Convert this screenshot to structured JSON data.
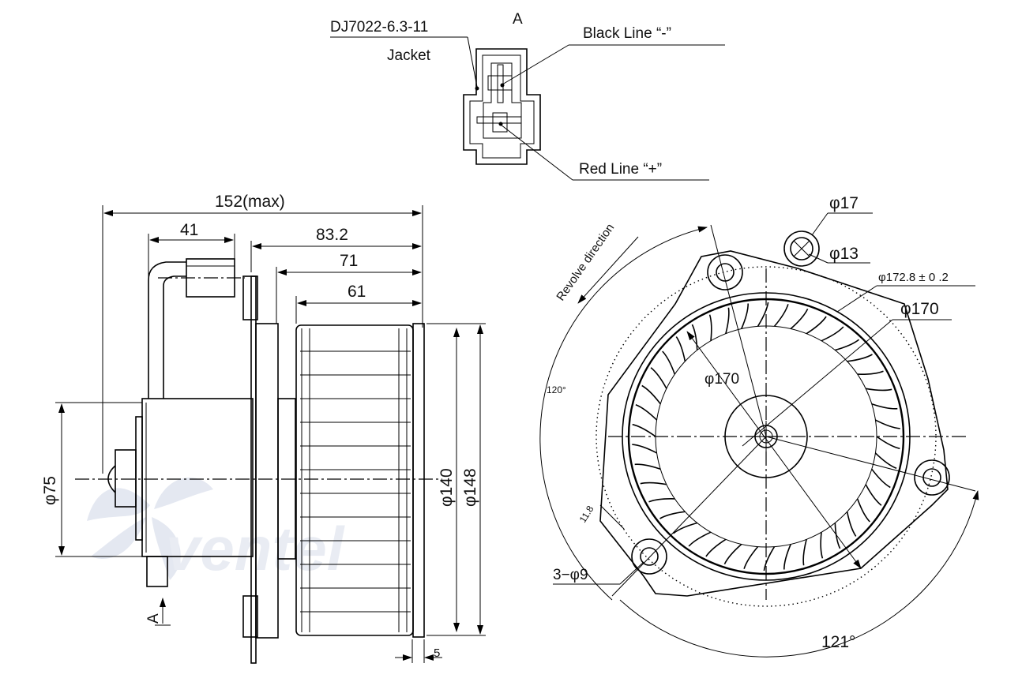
{
  "connector": {
    "view_label": "A",
    "part_number": "DJ7022-6.3-11",
    "jacket_label": "Jacket",
    "black_line_label": "Black Line “-”",
    "red_line_label": "Red Line “+”"
  },
  "side_view": {
    "dim_overall": "152(max)",
    "dim_connector": "41",
    "dim_flange_to_wheel": "83.2",
    "dim_plate_to_wheel": "71",
    "dim_wheel_width": "61",
    "dim_motor_dia": "φ75",
    "dim_wheel_dia": "φ140",
    "dim_rim_dia": "φ148",
    "dim_rim_thickness": "5",
    "view_arrow_label": "A"
  },
  "front_view": {
    "revolve_label": "Revolve direction",
    "dim_outer_circle": "φ172.8 ± 0 .2",
    "dim_housing": "φ170",
    "dim_inner": "φ170",
    "dim_boss_outer": "φ17",
    "dim_boss_inner": "φ13",
    "dim_holes": "3−φ9",
    "dim_edge": "11.8",
    "angle_left": "120°",
    "angle_bottom": "121°"
  },
  "watermark": {
    "brand": "ventel"
  },
  "colors": {
    "line": "#000000",
    "watermark": "#cfd6e6",
    "watermark_accent": "#9fb6e0"
  }
}
